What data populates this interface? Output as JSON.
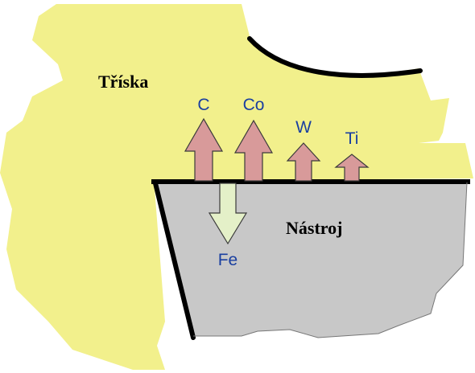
{
  "labels": {
    "chip": "Tříska",
    "tool": "Nástroj"
  },
  "arrows_up": [
    {
      "element": "C"
    },
    {
      "element": "Co"
    },
    {
      "element": "W"
    },
    {
      "element": "Ti"
    }
  ],
  "arrow_down": {
    "element": "Fe"
  },
  "colors": {
    "chip_fill": "#f2f08c",
    "tool_fill": "#c8c8c8",
    "up_arrow_fill": "#d89a9a",
    "down_arrow_fill": "#e4f0c8",
    "outline": "#000000",
    "element_text": "#1a3fa0"
  }
}
